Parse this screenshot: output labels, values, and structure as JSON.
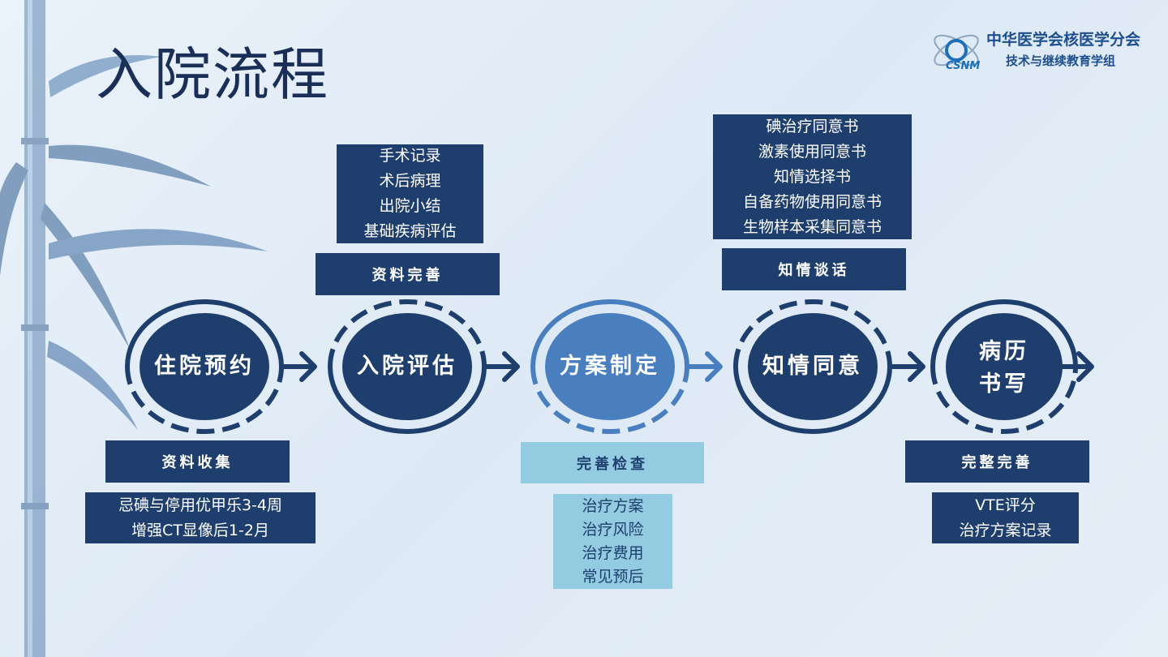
{
  "title": "入院流程",
  "logo": {
    "line1": "中华医学会核医学分会",
    "line2": "技术与继续教育学组",
    "mark": "CSNM"
  },
  "colors": {
    "navy": "#1e3f6e",
    "accent": "#4a7fbf",
    "light": "#93cbe0"
  },
  "steps": [
    {
      "label": "住院预约",
      "header": "资料收集",
      "items": [
        "忌碘与停用优甲乐3-4周",
        "增强CT显像后1-2月"
      ]
    },
    {
      "label": "入院评估",
      "header": "资料完善",
      "items": [
        "手术记录",
        "术后病理",
        "出院小结",
        "基础疾病评估"
      ]
    },
    {
      "label": "方案制定",
      "header": "完善检查",
      "items": [
        "治疗方案",
        "治疗风险",
        "治疗费用",
        "常见预后"
      ]
    },
    {
      "label": "知情同意",
      "header": "知情谈话",
      "items": [
        "碘治疗同意书",
        "激素使用同意书",
        "知情选择书",
        "自备药物使用同意书",
        "生物样本采集同意书"
      ]
    },
    {
      "label_l1": "病历",
      "label_l2": "书写",
      "header": "完整完善",
      "items": [
        "VTE评分",
        "治疗方案记录"
      ]
    }
  ]
}
